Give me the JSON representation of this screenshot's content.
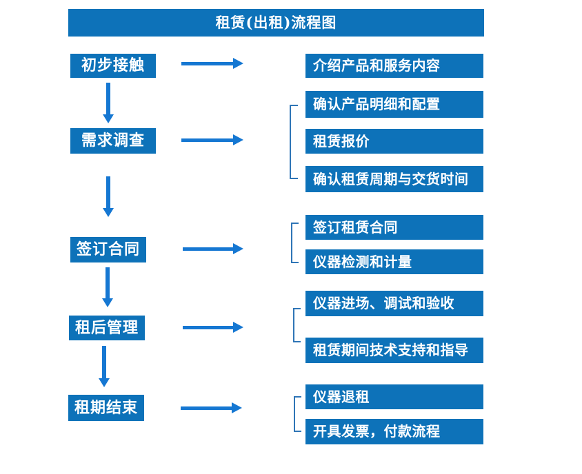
{
  "title": "租赁(出租)流程图",
  "colors": {
    "box_blue": "#0d72b9",
    "arrow_blue": "#1577d2",
    "bracket_blue": "#2e75b6",
    "text_white": "#ffffff",
    "background": "#ffffff"
  },
  "steps": [
    {
      "label": "初步接触",
      "outputs": [
        "介绍产品和服务内容"
      ]
    },
    {
      "label": "需求调查",
      "outputs": [
        "确认产品明细和配置",
        "租赁报价",
        "确认租赁周期与交货时间"
      ]
    },
    {
      "label": "签订合同",
      "outputs": [
        "签订租赁合同",
        "仪器检测和计量"
      ]
    },
    {
      "label": "租后管理",
      "outputs": [
        "仪器进场、调试和验收",
        "租赁期间技术支持和指导"
      ]
    },
    {
      "label": "租期结束",
      "outputs": [
        "仪器退租",
        "开具发票，付款流程"
      ]
    }
  ]
}
